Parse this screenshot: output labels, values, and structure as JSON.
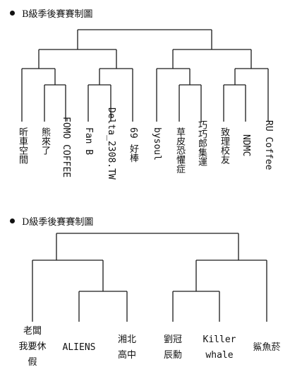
{
  "b_section": {
    "title": "B級季後賽賽制圖",
    "teams": [
      {
        "name": "昕車空間",
        "mixed": false
      },
      {
        "name": "熊來了",
        "mixed": false
      },
      {
        "name": "FOMO COFFEE",
        "mixed": true
      },
      {
        "name": "Fan B",
        "mixed": true
      },
      {
        "name": "Delta_2308.TW",
        "mixed": true
      },
      {
        "name": "69 好棒",
        "mixed": true
      },
      {
        "name": "bysoul",
        "mixed": true
      },
      {
        "name": "草皮恐懼症",
        "mixed": false
      },
      {
        "name": "巧巧郎集運",
        "mixed": false
      },
      {
        "name": "致理校友",
        "mixed": false
      },
      {
        "name": "NDMC",
        "mixed": true
      },
      {
        "name": "RU Coffee",
        "mixed": true
      }
    ]
  },
  "d_section": {
    "title": "D級季後賽賽制圖",
    "teams": [
      {
        "lines": [
          "老闆",
          "我要休",
          "假"
        ]
      },
      {
        "lines": [
          "ALIENS"
        ]
      },
      {
        "lines": [
          "湘北",
          "高中"
        ]
      },
      {
        "lines": [
          "劉冠",
          "辰勳"
        ]
      },
      {
        "lines": [
          "Killer",
          "whale"
        ]
      },
      {
        "lines": [
          "鯊魚菸"
        ]
      }
    ]
  }
}
